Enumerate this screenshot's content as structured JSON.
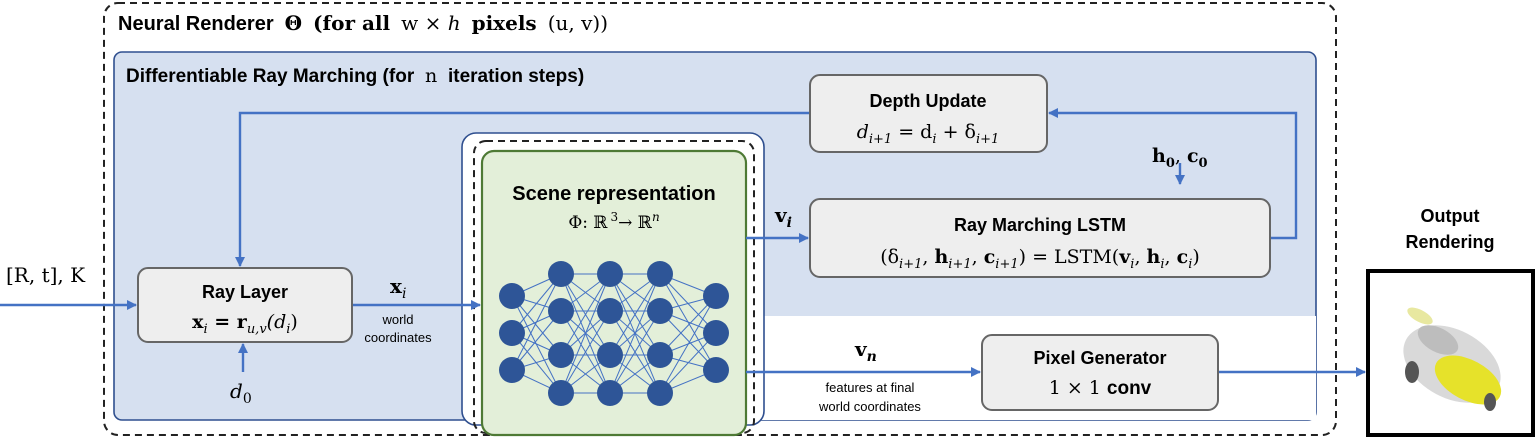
{
  "outer": {
    "title": "Neural Renderer",
    "theta": "Θ",
    "paren": "(for all",
    "wh": "w × ",
    "h": "h",
    "pixels": "pixels",
    "uv": "(u, v))"
  },
  "raymarch": {
    "title": "Differentiable Ray Marching (for",
    "n": "n",
    "suffix": "iteration steps)"
  },
  "depth_update": {
    "title": "Depth Update",
    "eq": "d",
    "eq_sub_a": "i+1",
    "eq_mid": " = d",
    "eq_sub_b": "i",
    "eq_plus": " + δ",
    "eq_sub_c": "i+1"
  },
  "init_state": {
    "h": "h",
    "h_sub": "0",
    "sep": ", ",
    "c": "c",
    "c_sub": "0"
  },
  "lstm": {
    "title": "Ray Marching LSTM",
    "eq": "(δ",
    "s1": "i+1",
    "m1": ", ",
    "h": "h",
    "s2": "i+1",
    "m2": ", ",
    "c": "c",
    "s3": "i+1",
    "m3": ") = LSTM(",
    "v": "v",
    "s4": "i",
    "m4": ", ",
    "h2": "h",
    "s5": "i",
    "m5": ", ",
    "c2": "c",
    "s6": "i",
    "m6": ")"
  },
  "scene": {
    "title": "Scene representation",
    "phi": "Φ: ℝ",
    "sup3": "3",
    "arrow": "→  ℝ",
    "supn": "n"
  },
  "vi": {
    "v": "v",
    "sub": "i"
  },
  "xi": {
    "x": "x",
    "sub": "i",
    "caption1": "world",
    "caption2": "coordinates"
  },
  "input": {
    "label": "[R, t], K"
  },
  "ray_layer": {
    "title": "Ray Layer",
    "x": "x",
    "xsub": "i",
    "eq": " = r",
    "rsub": "u,v",
    "arg": "(d",
    "argsub": "i",
    "close": ")"
  },
  "d0": {
    "d": "d",
    "sub": "0"
  },
  "vn": {
    "v": "v",
    "sub": "n",
    "caption1": "features at final",
    "caption2": "world coordinates"
  },
  "pixel_gen": {
    "title": "Pixel Generator",
    "eq": "1 × 1",
    "conv": "conv"
  },
  "output": {
    "line1": "Output",
    "line2": "Rendering"
  },
  "colors": {
    "blue_region": "#d6e0f0",
    "blue_border": "#2f4f8f",
    "box_fill": "#eeeeee",
    "box_border": "#666666",
    "arrow": "#4472c4",
    "green_fill": "#e3efd9",
    "green_border": "#4e7a35",
    "node": "#2e5597"
  }
}
